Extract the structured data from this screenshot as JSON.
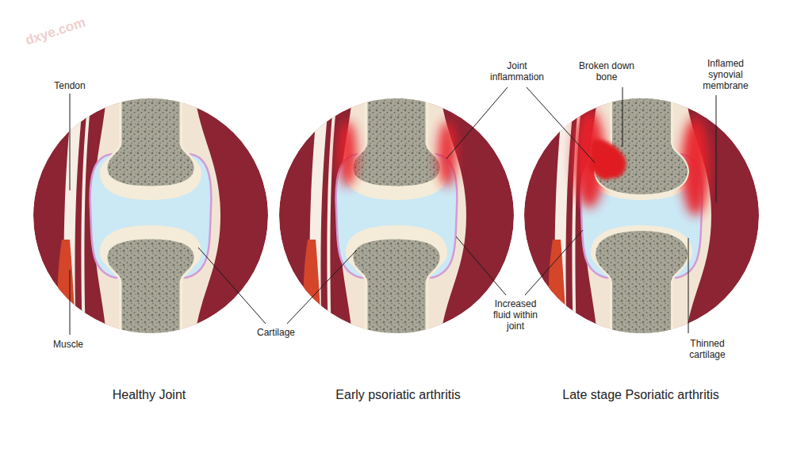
{
  "diagram": {
    "labels": [
      "dxye.com",
      "Tendon",
      "Joint inflammation",
      "Broken down bone",
      "Inflamed synovial membrane",
      "Muscle",
      "Cartilage",
      "Increased fluid within joint",
      "Thinned cartilage",
      "Healthy Joint",
      "Early psoriatic arthritis",
      "Late stage Psoriatic arthritis"
    ]
  }
}
